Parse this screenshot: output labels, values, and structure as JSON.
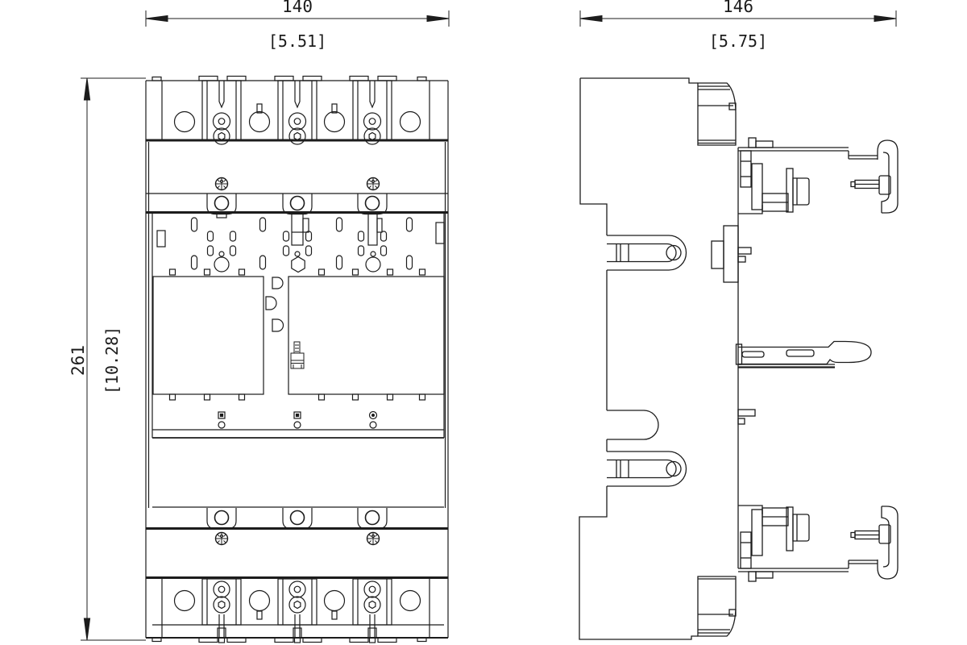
{
  "drawing": {
    "type": "technical-dimension-drawing",
    "views": [
      "front-view",
      "side-view"
    ],
    "colors": {
      "line": "#1c1c1c",
      "background": "#ffffff"
    }
  },
  "dimensions": {
    "front_width": {
      "mm": "140",
      "in": "[5.51]"
    },
    "overall_height": {
      "mm": "261",
      "in": "[10.28]"
    },
    "side_width": {
      "mm": "146",
      "in": "[5.75]"
    }
  }
}
